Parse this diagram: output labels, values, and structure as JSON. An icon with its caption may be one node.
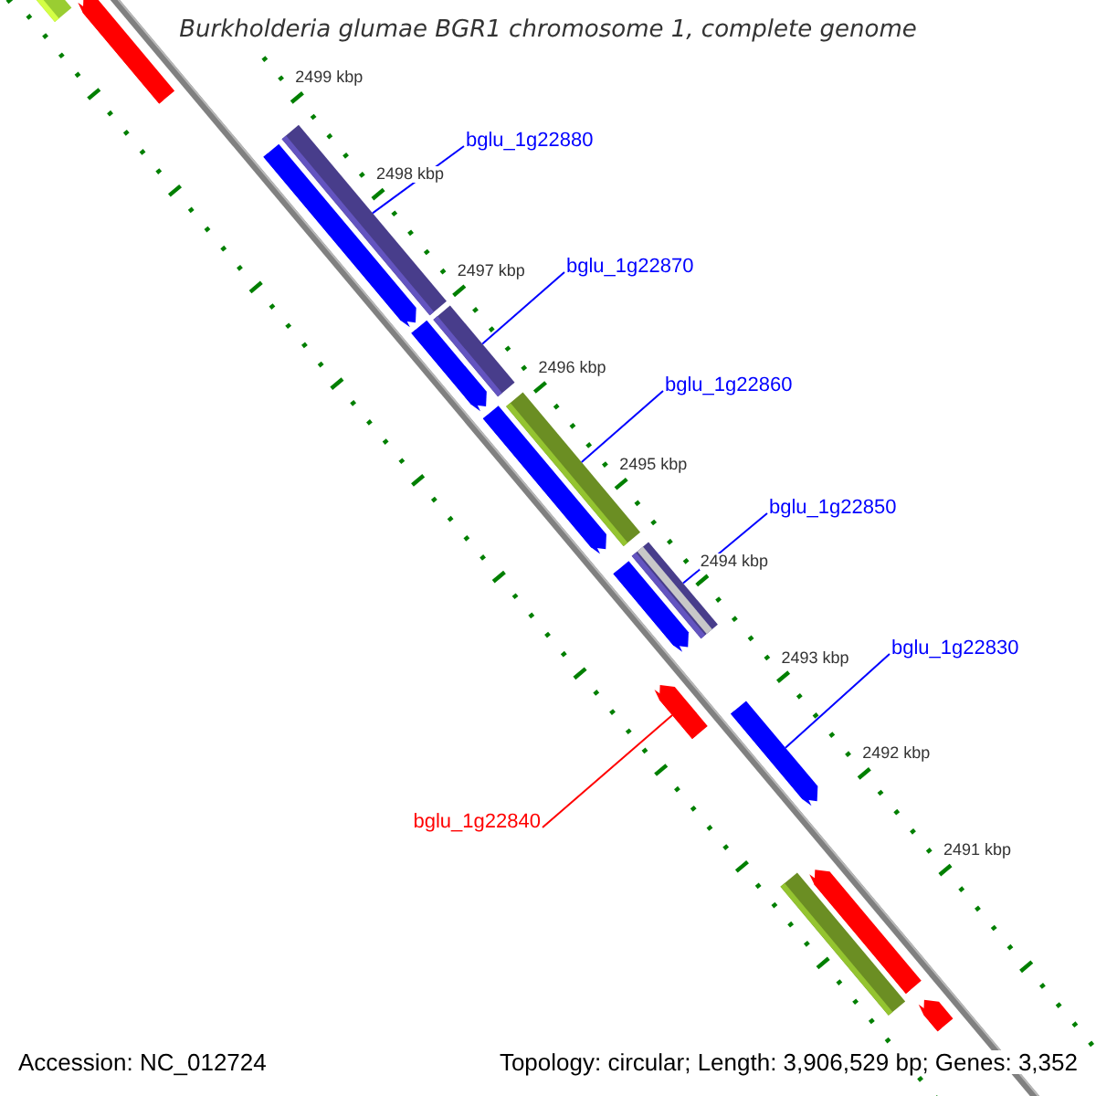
{
  "diagram": {
    "title": "Burkholderia glumae BGR1 chromosome 1, complete genome",
    "nodes": [
      {
        "text": [
          "bglu_1g22880"
        ]
      },
      {
        "text": [
          "bglu_1g22870"
        ]
      },
      {
        "text": [
          "bglu_1g22860"
        ]
      },
      {
        "text": [
          "bglu_1g22850"
        ]
      },
      {
        "text": [
          "bglu_1g22830"
        ]
      },
      {
        "text": [
          "bglu_1g22840"
        ]
      },
      {
        "text": [],
        "shape": "bar"
      },
      {
        "text": [],
        "shape": "bar"
      },
      {
        "text": [],
        "shape": "bar"
      },
      {
        "text": [],
        "shape": "bar"
      },
      {
        "text": [],
        "shape": "bar"
      },
      {
        "text": [],
        "shape": "bar"
      },
      {
        "text": [],
        "shape": "bar"
      },
      {
        "text": [],
        "shape": "bar"
      },
      {
        "text": [],
        "shape": "bar"
      },
      {
        "text": [],
        "shape": "bar"
      },
      {
        "text": [],
        "shape": "bar"
      },
      {
        "text": [],
        "shape": "bar"
      },
      {
        "text": [],
        "shape": "bar"
      },
      {
        "text": [],
        "shape": "bar"
      },
      {
        "text": [],
        "shape": "bar"
      }
    ],
    "edges": [
      {
        "from": 0,
        "to": 8,
        "arrow": "none"
      },
      {
        "from": 1,
        "to": 11,
        "arrow": "none"
      },
      {
        "from": 2,
        "to": 13,
        "arrow": "none"
      },
      {
        "from": 3,
        "to": 15,
        "arrow": "none"
      },
      {
        "from": 4,
        "to": 17,
        "arrow": "none"
      },
      {
        "from": 5,
        "to": 16,
        "arrow": "none",
        "color": "#ff0000"
      }
    ],
    "labels": [
      "2499 kbp",
      "2498 kbp",
      "2497 kbp",
      "2496 kbp",
      "2495 kbp",
      "2494 kbp",
      "2493 kbp",
      "2492 kbp",
      "2491 kbp",
      "Accession: NC_012724",
      "Topology: circular; Length: 3,906,529 bp; Genes: 3,352"
    ]
  }
}
